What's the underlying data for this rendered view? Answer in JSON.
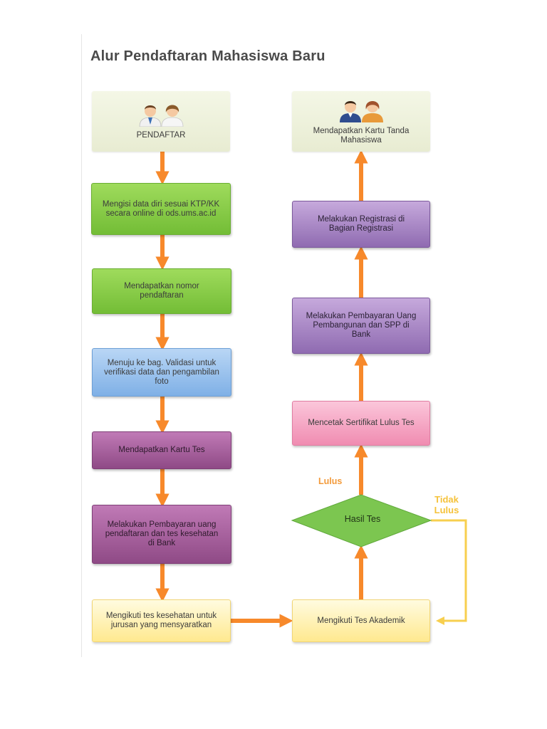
{
  "title": "Alur Pendaftaran Mahasiswa Baru",
  "left_column": {
    "pendaftar": "PENDAFTAR",
    "step1": "Mengisi data diri sesuai KTP/KK secara online di ods.ums.ac.id",
    "step2": "Mendapatkan nomor pendaftaran",
    "step3": "Menuju ke bag. Validasi untuk verifikasi data dan pengambilan foto",
    "step4": "Mendapatkan Kartu Tes",
    "step5": "Melakukan Pembayaran uang pendaftaran dan tes kesehatan di Bank",
    "step6": "Mengikuti tes kesehatan untuk jurusan yang mensyaratkan"
  },
  "right_column": {
    "tes_akademik": "Mengikuti Tes Akademik",
    "hasil_tes": "Hasil Tes",
    "lulus": "Lulus",
    "tidak_lulus": "Tidak Lulus",
    "sertifikat": "Mencetak Sertifikat Lulus Tes",
    "pembayaran": "Melakukan Pembayaran Uang Pembangunan dan SPP di Bank",
    "registrasi": "Melakukan Registrasi di Bagian Registrasi",
    "kartu_mahasiswa": "Mendapatkan Kartu Tanda Mahasiswa"
  },
  "icons": [
    "person-male-icon",
    "person-female-icon"
  ],
  "colors": {
    "arrow": "#f7892b",
    "tidak_lulus_line": "#f7cf4f",
    "decision": "#7cc650"
  }
}
